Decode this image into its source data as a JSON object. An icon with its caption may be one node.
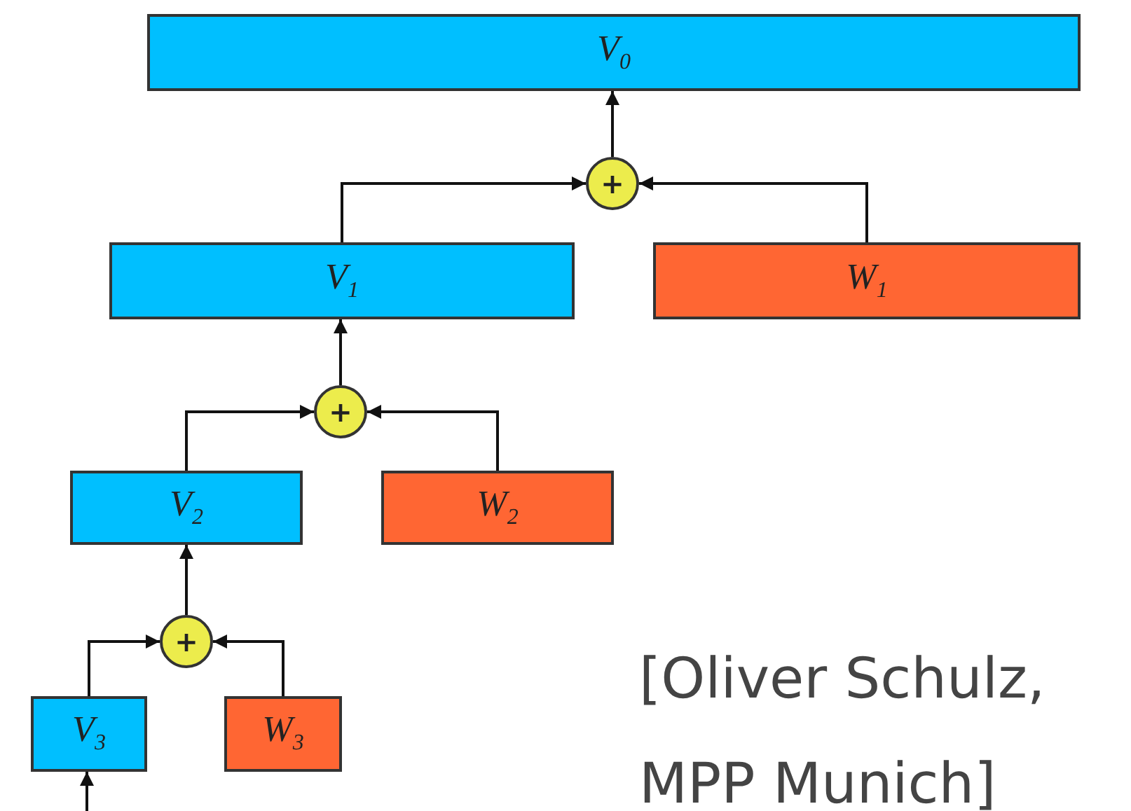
{
  "diagram": {
    "nodes": [
      {
        "text": [
          "V$_{0}$"
        ]
      },
      {
        "text": [
          "+"
        ]
      },
      {
        "text": [
          "V$_{1}$"
        ]
      },
      {
        "text": [
          "W$_{1}$"
        ]
      },
      {
        "text": [
          "+"
        ]
      },
      {
        "text": [
          "V$_{2}$"
        ]
      },
      {
        "text": [
          "W$_{2}$"
        ]
      },
      {
        "text": [
          "+"
        ]
      },
      {
        "text": [
          "V$_{3}$"
        ]
      },
      {
        "text": [
          "W$_{3}$"
        ]
      }
    ],
    "edges": [
      {
        "from": 1,
        "to": 0,
        "arrow": "to"
      },
      {
        "from": 2,
        "to": 1,
        "arrow": "to"
      },
      {
        "from": 3,
        "to": 1,
        "arrow": "to"
      },
      {
        "from": 4,
        "to": 2,
        "arrow": "to"
      },
      {
        "from": 5,
        "to": 4,
        "arrow": "to"
      },
      {
        "from": 6,
        "to": 4,
        "arrow": "to"
      },
      {
        "from": 7,
        "to": 5,
        "arrow": "to"
      },
      {
        "from": 8,
        "to": 7,
        "arrow": "to"
      },
      {
        "from": 9,
        "to": 7,
        "arrow": "to"
      },
      {
        "from": null,
        "to": 8,
        "arrow": "to"
      }
    ],
    "labels": [
      "[Oliver Schulz, MPP Munich]"
    ]
  }
}
